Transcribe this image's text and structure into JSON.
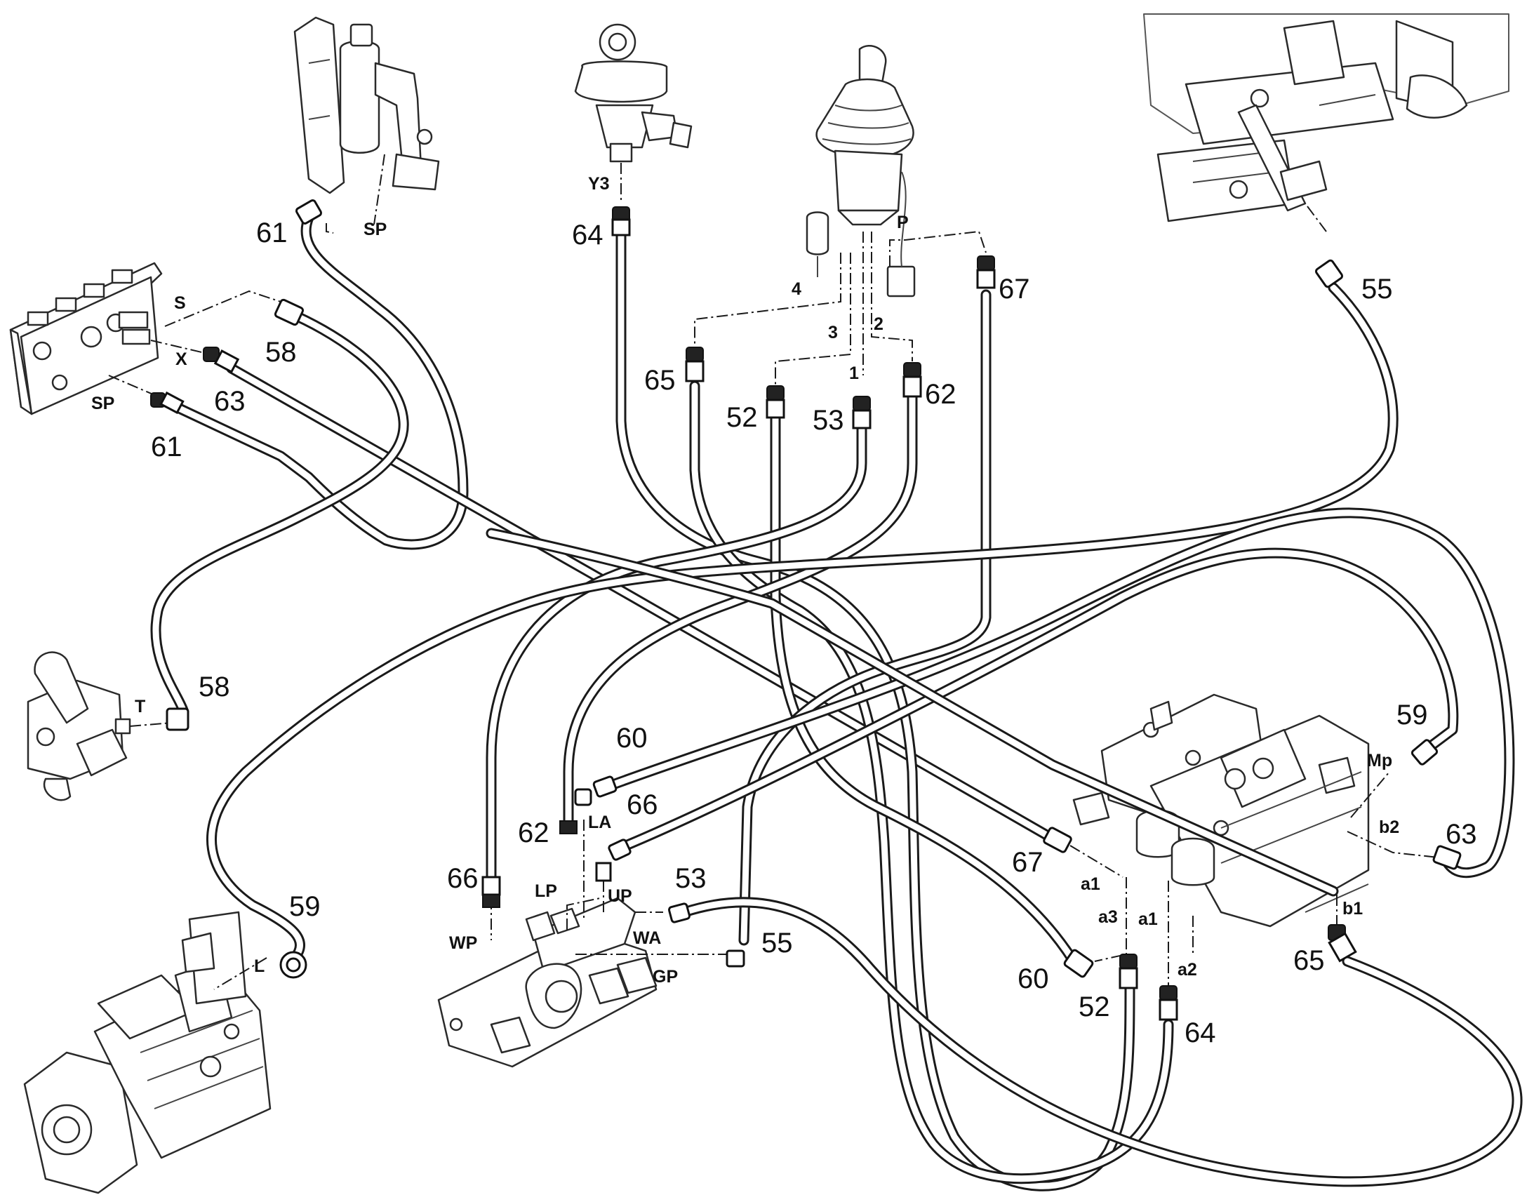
{
  "colors": {
    "line": "#1a1a1a",
    "background": "#ffffff"
  },
  "diagram": {
    "callouts": [
      {
        "id": "c61a",
        "text": "61"
      },
      {
        "id": "c64a",
        "text": "64"
      },
      {
        "id": "c67a",
        "text": "67"
      },
      {
        "id": "c55a",
        "text": "55"
      },
      {
        "id": "c58a",
        "text": "58"
      },
      {
        "id": "c63a",
        "text": "63"
      },
      {
        "id": "c61b",
        "text": "61"
      },
      {
        "id": "c65a",
        "text": "65"
      },
      {
        "id": "c52a",
        "text": "52"
      },
      {
        "id": "c53a",
        "text": "53"
      },
      {
        "id": "c62a",
        "text": "62"
      },
      {
        "id": "c58b",
        "text": "58"
      },
      {
        "id": "c60a",
        "text": "60"
      },
      {
        "id": "c66a",
        "text": "66"
      },
      {
        "id": "c62b",
        "text": "62"
      },
      {
        "id": "c66b",
        "text": "66"
      },
      {
        "id": "c53b",
        "text": "53"
      },
      {
        "id": "c59a",
        "text": "59"
      },
      {
        "id": "c55b",
        "text": "55"
      },
      {
        "id": "c67b",
        "text": "67"
      },
      {
        "id": "c63b",
        "text": "63"
      },
      {
        "id": "c60b",
        "text": "60"
      },
      {
        "id": "c52b",
        "text": "52"
      },
      {
        "id": "c64b",
        "text": "64"
      },
      {
        "id": "c65b",
        "text": "65"
      },
      {
        "id": "c59b",
        "text": "59"
      }
    ],
    "ports": [
      {
        "id": "pSPa",
        "text": "SP"
      },
      {
        "id": "pY3",
        "text": "Y3"
      },
      {
        "id": "pP",
        "text": "P"
      },
      {
        "id": "pS",
        "text": "S"
      },
      {
        "id": "pX",
        "text": "X"
      },
      {
        "id": "pSPb",
        "text": "SP"
      },
      {
        "id": "p4",
        "text": "4"
      },
      {
        "id": "p3",
        "text": "3"
      },
      {
        "id": "p2",
        "text": "2"
      },
      {
        "id": "p1",
        "text": "1"
      },
      {
        "id": "pT",
        "text": "T"
      },
      {
        "id": "pLA",
        "text": "LA"
      },
      {
        "id": "pLP",
        "text": "LP"
      },
      {
        "id": "pUP",
        "text": "UP"
      },
      {
        "id": "pWP",
        "text": "WP"
      },
      {
        "id": "pWA",
        "text": "WA"
      },
      {
        "id": "pGP",
        "text": "GP"
      },
      {
        "id": "pL",
        "text": "L"
      },
      {
        "id": "pMp",
        "text": "Mp"
      },
      {
        "id": "pb2",
        "text": "b2"
      },
      {
        "id": "pa1a",
        "text": "a1"
      },
      {
        "id": "pa3",
        "text": "a3"
      },
      {
        "id": "pa1b",
        "text": "a1"
      },
      {
        "id": "pb1",
        "text": "b1"
      },
      {
        "id": "pa2",
        "text": "a2"
      }
    ]
  }
}
